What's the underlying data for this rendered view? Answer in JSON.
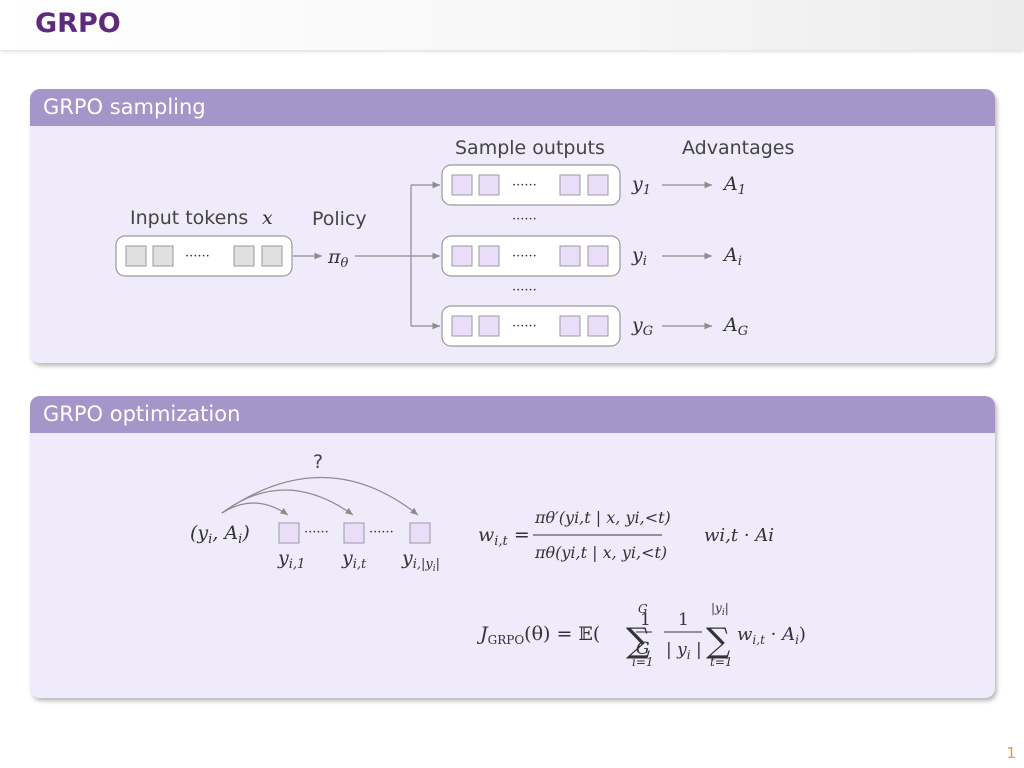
{
  "slide": {
    "title": "GRPO",
    "page_number": "1"
  },
  "sampling": {
    "heading": "GRPO sampling",
    "input_label": "Input tokens",
    "input_var": "x",
    "policy_label": "Policy",
    "policy_symbol": "π",
    "policy_sub": "θ",
    "sample_outputs_label": "Sample outputs",
    "advantages_label": "Advantages",
    "dots": "······",
    "outputs": [
      {
        "y_base": "y",
        "y_sub": "1",
        "a_base": "A",
        "a_sub": "1"
      },
      {
        "y_base": "y",
        "y_sub": "i",
        "a_base": "A",
        "a_sub": "i"
      },
      {
        "y_base": "y",
        "y_sub": "G",
        "a_base": "A",
        "a_sub": "G"
      }
    ]
  },
  "optimization": {
    "heading": "GRPO optimization",
    "question": "?",
    "pair_label": "(y",
    "pair_i": "i",
    "pair_mid": ", A",
    "pair_end": ")",
    "dots": "······",
    "tokens": [
      {
        "base": "y",
        "sub": "i,1"
      },
      {
        "base": "y",
        "sub": "i,t"
      },
      {
        "base": "y",
        "sub": "i,|y",
        "subsub": "i",
        "tail": "|"
      }
    ],
    "weight_lhs": "w",
    "weight_lhs_sub": "i,t",
    "weight_num": "πθ′(yi,t | x, yi,<t)",
    "weight_den": "πθ(yi,t | x, yi,<t)",
    "weighted_adv": "wi,t · Ai",
    "objective": {
      "J": "J",
      "J_sub": "GRPO",
      "J_arg": "(θ) = 𝔼(",
      "frac1_num": "1",
      "frac1_den": "G",
      "sum1_top": "G",
      "sum1_bottom": "i=1",
      "frac2_num": "1",
      "frac2_den": "| y",
      "frac2_den_sub": "i",
      "frac2_den_end": " |",
      "sum2_top": "|y",
      "sum2_top_sub": "i",
      "sum2_top_end": "|",
      "sum2_bottom": "t=1",
      "term": "w",
      "term_sub": "i,t",
      "term_mid": " · A",
      "term_a_sub": "i",
      "close": ")"
    }
  },
  "colors": {
    "title": "#5e2a7e",
    "block_header": "#a595c8",
    "block_body": "#f0ebfa",
    "token_gray": "#e0e0e0",
    "token_purple": "#e9ddfa",
    "arrow": "#8c8c8c",
    "page_number": "#e8964a"
  }
}
